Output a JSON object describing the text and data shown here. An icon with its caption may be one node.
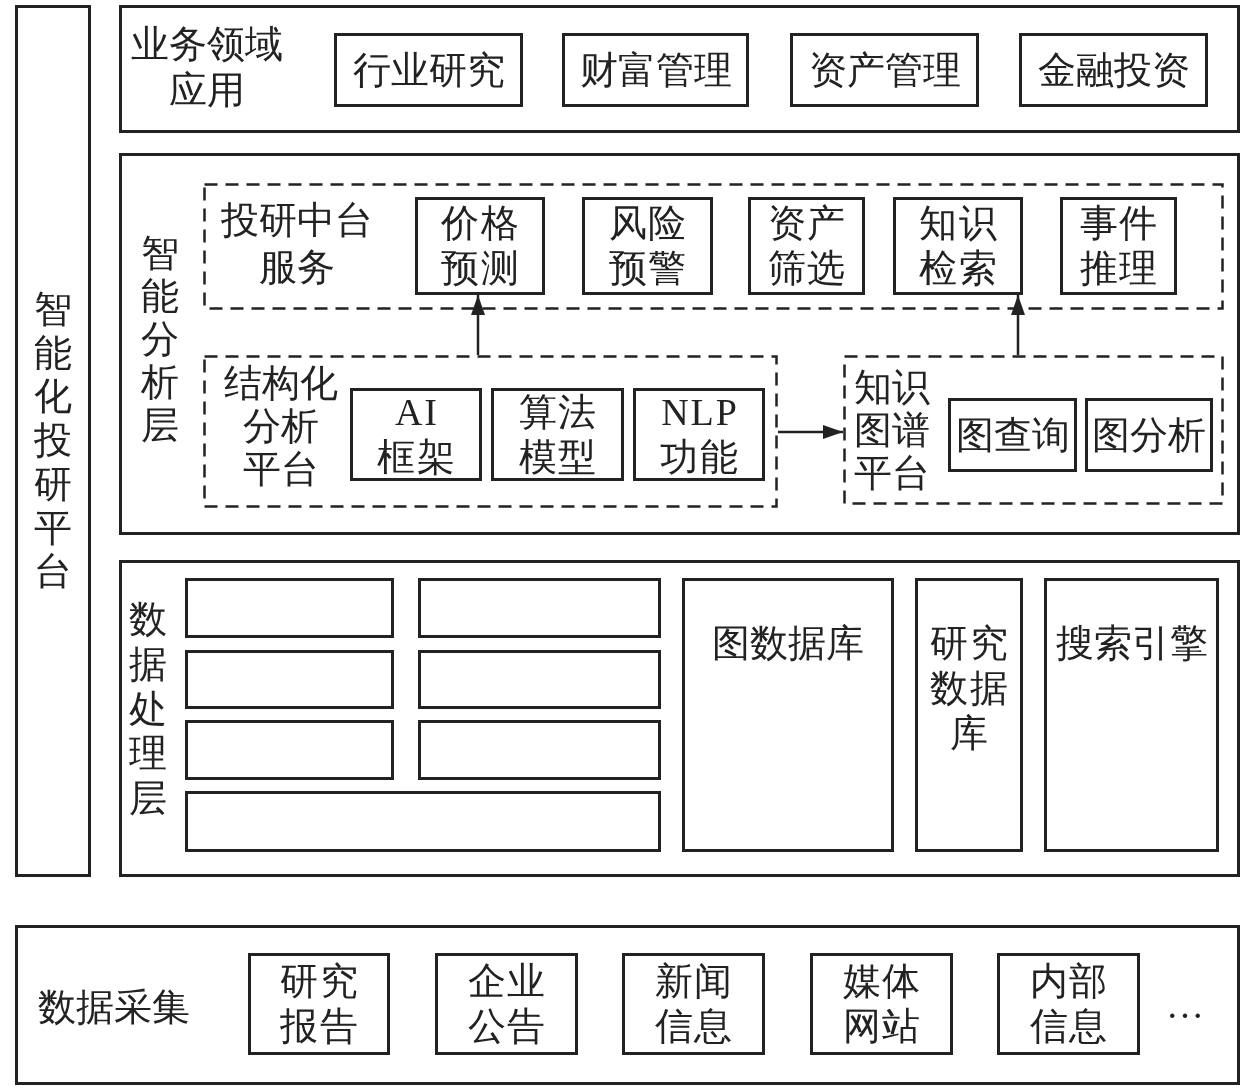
{
  "diagram": {
    "nodes": [
      {
        "text": [
          "智能化投研平台"
        ]
      },
      {
        "text": [
          "业务领域应用"
        ]
      },
      {
        "text": [
          "行业研究"
        ],
        "in": 1
      },
      {
        "text": [
          "财富管理"
        ],
        "in": 1
      },
      {
        "text": [
          "资产管理"
        ],
        "in": 1
      },
      {
        "text": [
          "金融投资"
        ],
        "in": 1
      },
      {
        "text": [
          "智能分析层"
        ]
      },
      {
        "text": [
          "投研中台服务"
        ],
        "in": 6
      },
      {
        "text": [
          "价格预测"
        ],
        "in": 7
      },
      {
        "text": [
          "风险预警"
        ],
        "in": 7
      },
      {
        "text": [
          "资产筛选"
        ],
        "in": 7
      },
      {
        "text": [
          "知识检索"
        ],
        "in": 7
      },
      {
        "text": [
          "事件推理"
        ],
        "in": 7
      },
      {
        "text": [
          "结构化分析平台"
        ],
        "in": 6
      },
      {
        "text": [
          "AI框架"
        ],
        "in": 13
      },
      {
        "text": [
          "算法模型"
        ],
        "in": 13
      },
      {
        "text": [
          "NLP功能"
        ],
        "in": 13
      },
      {
        "text": [
          "知识图谱平台"
        ],
        "in": 6
      },
      {
        "text": [
          "图查询"
        ],
        "in": 17
      },
      {
        "text": [
          "图分析"
        ],
        "in": 17
      },
      {
        "text": [
          "数据处理层"
        ]
      },
      {
        "text": [],
        "shape": "box",
        "in": 20
      },
      {
        "text": [],
        "shape": "box",
        "in": 20
      },
      {
        "text": [],
        "shape": "box",
        "in": 20
      },
      {
        "text": [],
        "shape": "box",
        "in": 20
      },
      {
        "text": [],
        "shape": "box",
        "in": 20
      },
      {
        "text": [],
        "shape": "box",
        "in": 20
      },
      {
        "text": [],
        "shape": "box",
        "in": 20
      },
      {
        "text": [
          "图数据库"
        ],
        "in": 20
      },
      {
        "text": [
          "研究数据库"
        ],
        "in": 20
      },
      {
        "text": [
          "搜索引擎"
        ],
        "in": 20
      },
      {
        "text": [
          "数据采集",
          "…"
        ]
      },
      {
        "text": [
          "研究报告"
        ],
        "in": 31
      },
      {
        "text": [
          "企业公告"
        ],
        "in": 31
      },
      {
        "text": [
          "新闻信息"
        ],
        "in": 31
      },
      {
        "text": [
          "媒体网站"
        ],
        "in": 31
      },
      {
        "text": [
          "内部信息"
        ],
        "in": 31
      }
    ],
    "edges": [
      {
        "from": 13,
        "to": 8,
        "arrow": "to"
      },
      {
        "from": 17,
        "to": 11,
        "arrow": "to"
      },
      {
        "from": 13,
        "to": 17,
        "arrow": "to"
      }
    ]
  }
}
